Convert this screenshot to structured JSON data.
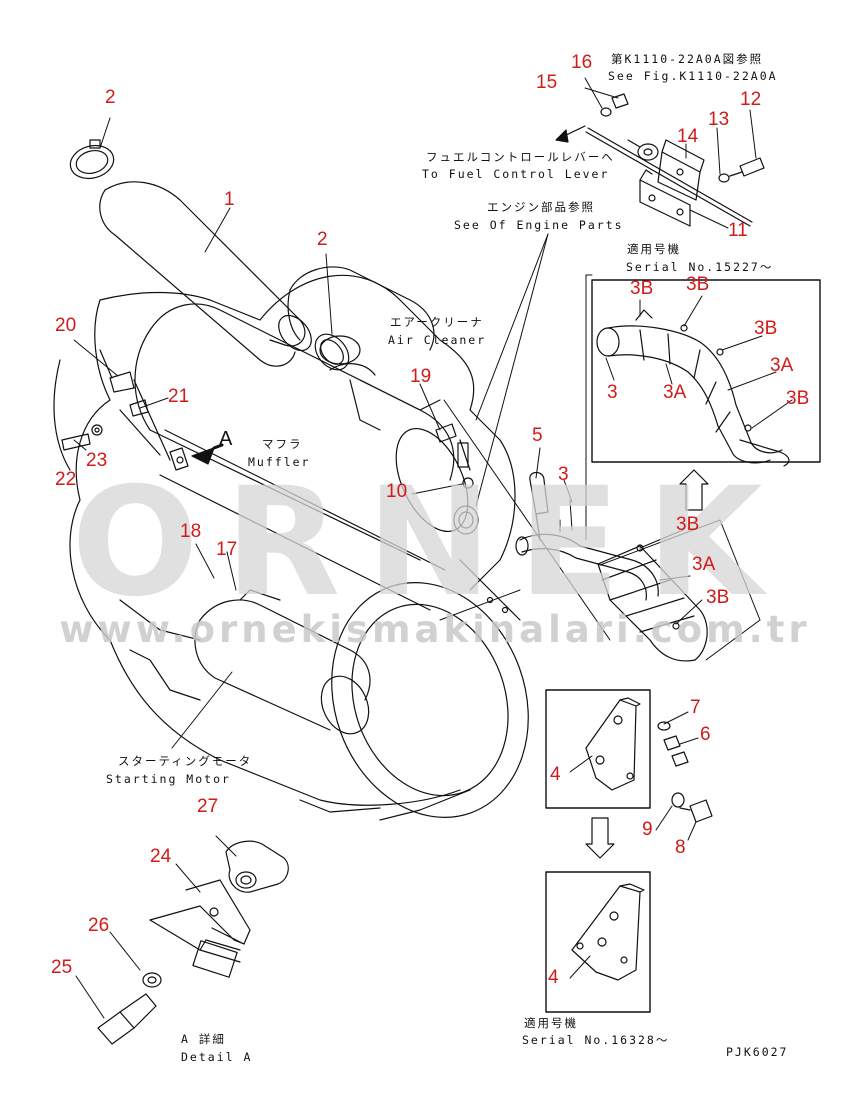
{
  "watermark": {
    "logo": "ORNEK",
    "url": "www.ornekismakinalari.com.tr"
  },
  "captions": {
    "fig_ref_jp": "第K1110-22A0A図参照",
    "fig_ref_en": "See Fig.K1110-22A0A",
    "fuel_jp": "フュエルコントロールレバーヘ",
    "fuel_en": "To Fuel Control Lever",
    "engine_jp": "エンジン部品参照",
    "engine_en": "See Of Engine Parts",
    "serial1_jp": "適用号機",
    "serial1_en": "Serial No.15227〜",
    "air_jp": "エアークリーナ",
    "air_en": "Air Cleaner",
    "muffler_jp": "マフラ",
    "muffler_en": "Muffler",
    "starter_jp": "スターティングモータ",
    "starter_en": "Starting Motor",
    "detail_jp": "A 詳細",
    "detail_en": "Detail A",
    "serial2_jp": "適用号機",
    "serial2_en": "Serial No.16328〜",
    "view_label": "A",
    "drawing_code": "PJK6027"
  },
  "callouts": {
    "c2a": "2",
    "c1": "1",
    "c2b": "2",
    "c20": "20",
    "c21": "21",
    "c23": "23",
    "c22": "22",
    "c16": "16",
    "c15": "15",
    "c12": "12",
    "c13": "13",
    "c14": "14",
    "c11": "11",
    "c19": "19",
    "c10": "10",
    "c5": "5",
    "c3": "3",
    "c18": "18",
    "c17": "17",
    "d3b1": "3B",
    "d3b2": "3B",
    "d3b3": "3B",
    "d3": "3",
    "d3a1": "3A",
    "d3a2": "3A",
    "d3b4": "3B",
    "m3b1": "3B",
    "m3a": "3A",
    "m3b2": "3B",
    "c7": "7",
    "c6": "6",
    "c4a": "4",
    "c9": "9",
    "c8": "8",
    "c27": "27",
    "c24": "24",
    "c26": "26",
    "c25": "25",
    "c4b": "4"
  },
  "colors": {
    "callout": "#d21a1a",
    "line": "#111111",
    "watermark": "#d6d6d6"
  }
}
